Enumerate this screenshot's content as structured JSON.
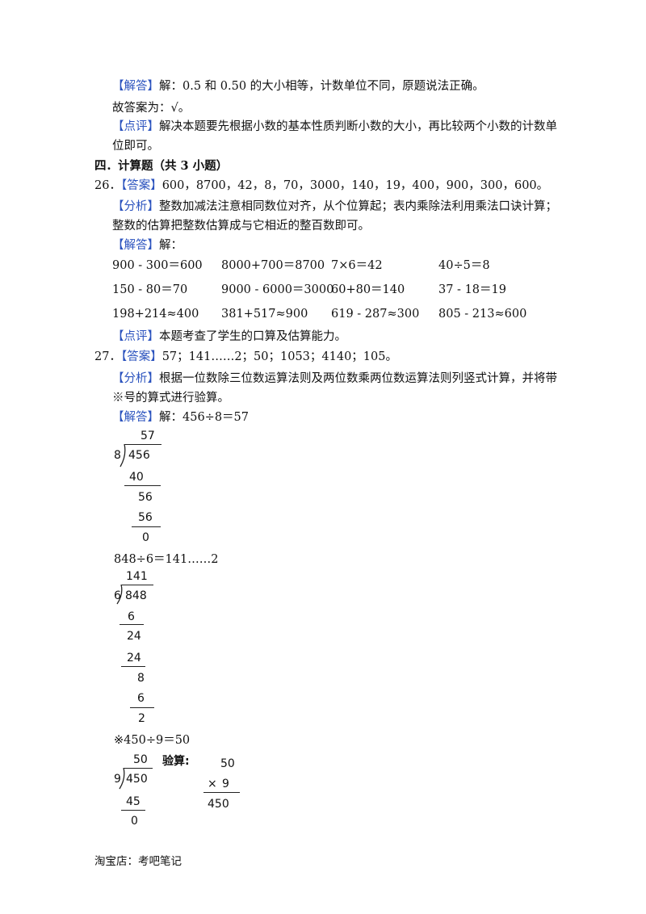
{
  "prev": {
    "answer_label": "【解答】",
    "answer_text": "解：0.5 和 0.50 的大小相等，计数单位不同，原题说法正确。",
    "conclusion": "故答案为：√。",
    "comment_label": "【点评】",
    "comment_text": "解决本题要先根据小数的基本性质判断小数的大小，再比较两个小数的计数单",
    "comment_text2": "位即可。"
  },
  "section": {
    "title": "四．计算题（共 3 小题）"
  },
  "q26": {
    "num": "26．",
    "answer_label": "【答案】",
    "answer_text": "600，8700，42，8，70，3000，140，19，400，900，300，600。",
    "analysis_label": "【分析】",
    "analysis_text": "整数加减法注意相同数位对齐，从个位算起；表内乘除法利用乘法口诀计算；",
    "analysis_text2": "整数的估算把整数估算成与它相近的整百数即可。",
    "solution_label": "【解答】",
    "solution_text": "解：",
    "rows": [
      [
        "900 - 300＝600",
        "8000+700＝8700",
        "7×6＝42",
        "40÷5＝8"
      ],
      [
        "150 - 80＝70",
        "9000 - 6000＝3000",
        "60+80＝140",
        "37 - 18＝19"
      ],
      [
        "198+214≈400",
        "381+517≈900",
        "619 - 287≈300",
        "805 - 213≈600"
      ]
    ],
    "comment_label": "【点评】",
    "comment_text": "本题考查了学生的口算及估算能力。"
  },
  "q27": {
    "num": "27．",
    "answer_label": "【答案】",
    "answer_text": "57；141……2；50；1053；4140；105。",
    "analysis_label": "【分析】",
    "analysis_text": "根据一位数除三位数运算法则及两位数乘两位数运算法则列竖式计算，并将带",
    "analysis_text2": "※号的算式进行验算。",
    "solution_label": "【解答】",
    "solution_text": "解：456÷8＝57",
    "div1": {
      "quotient": "57",
      "divisor": "8",
      "dividend": "456",
      "s1": "40",
      "r1": "56",
      "s2": "56",
      "r2": "0"
    },
    "eq2": "848÷6＝141……2",
    "div2": {
      "quotient": "141",
      "divisor": "6",
      "dividend": "848",
      "s1": "6",
      "r1": "24",
      "s2": "24",
      "r2": "8",
      "s3": "6",
      "r3": "2"
    },
    "eq3": "※450÷9＝50",
    "div3": {
      "quotient": "50",
      "divisor": "9",
      "dividend": "450",
      "s1": "45",
      "r1": "0"
    },
    "check": {
      "label": "验算:",
      "top": "50",
      "op": "×",
      "mult": "9",
      "result": "450"
    }
  },
  "footer": "淘宝店：考吧笔记"
}
